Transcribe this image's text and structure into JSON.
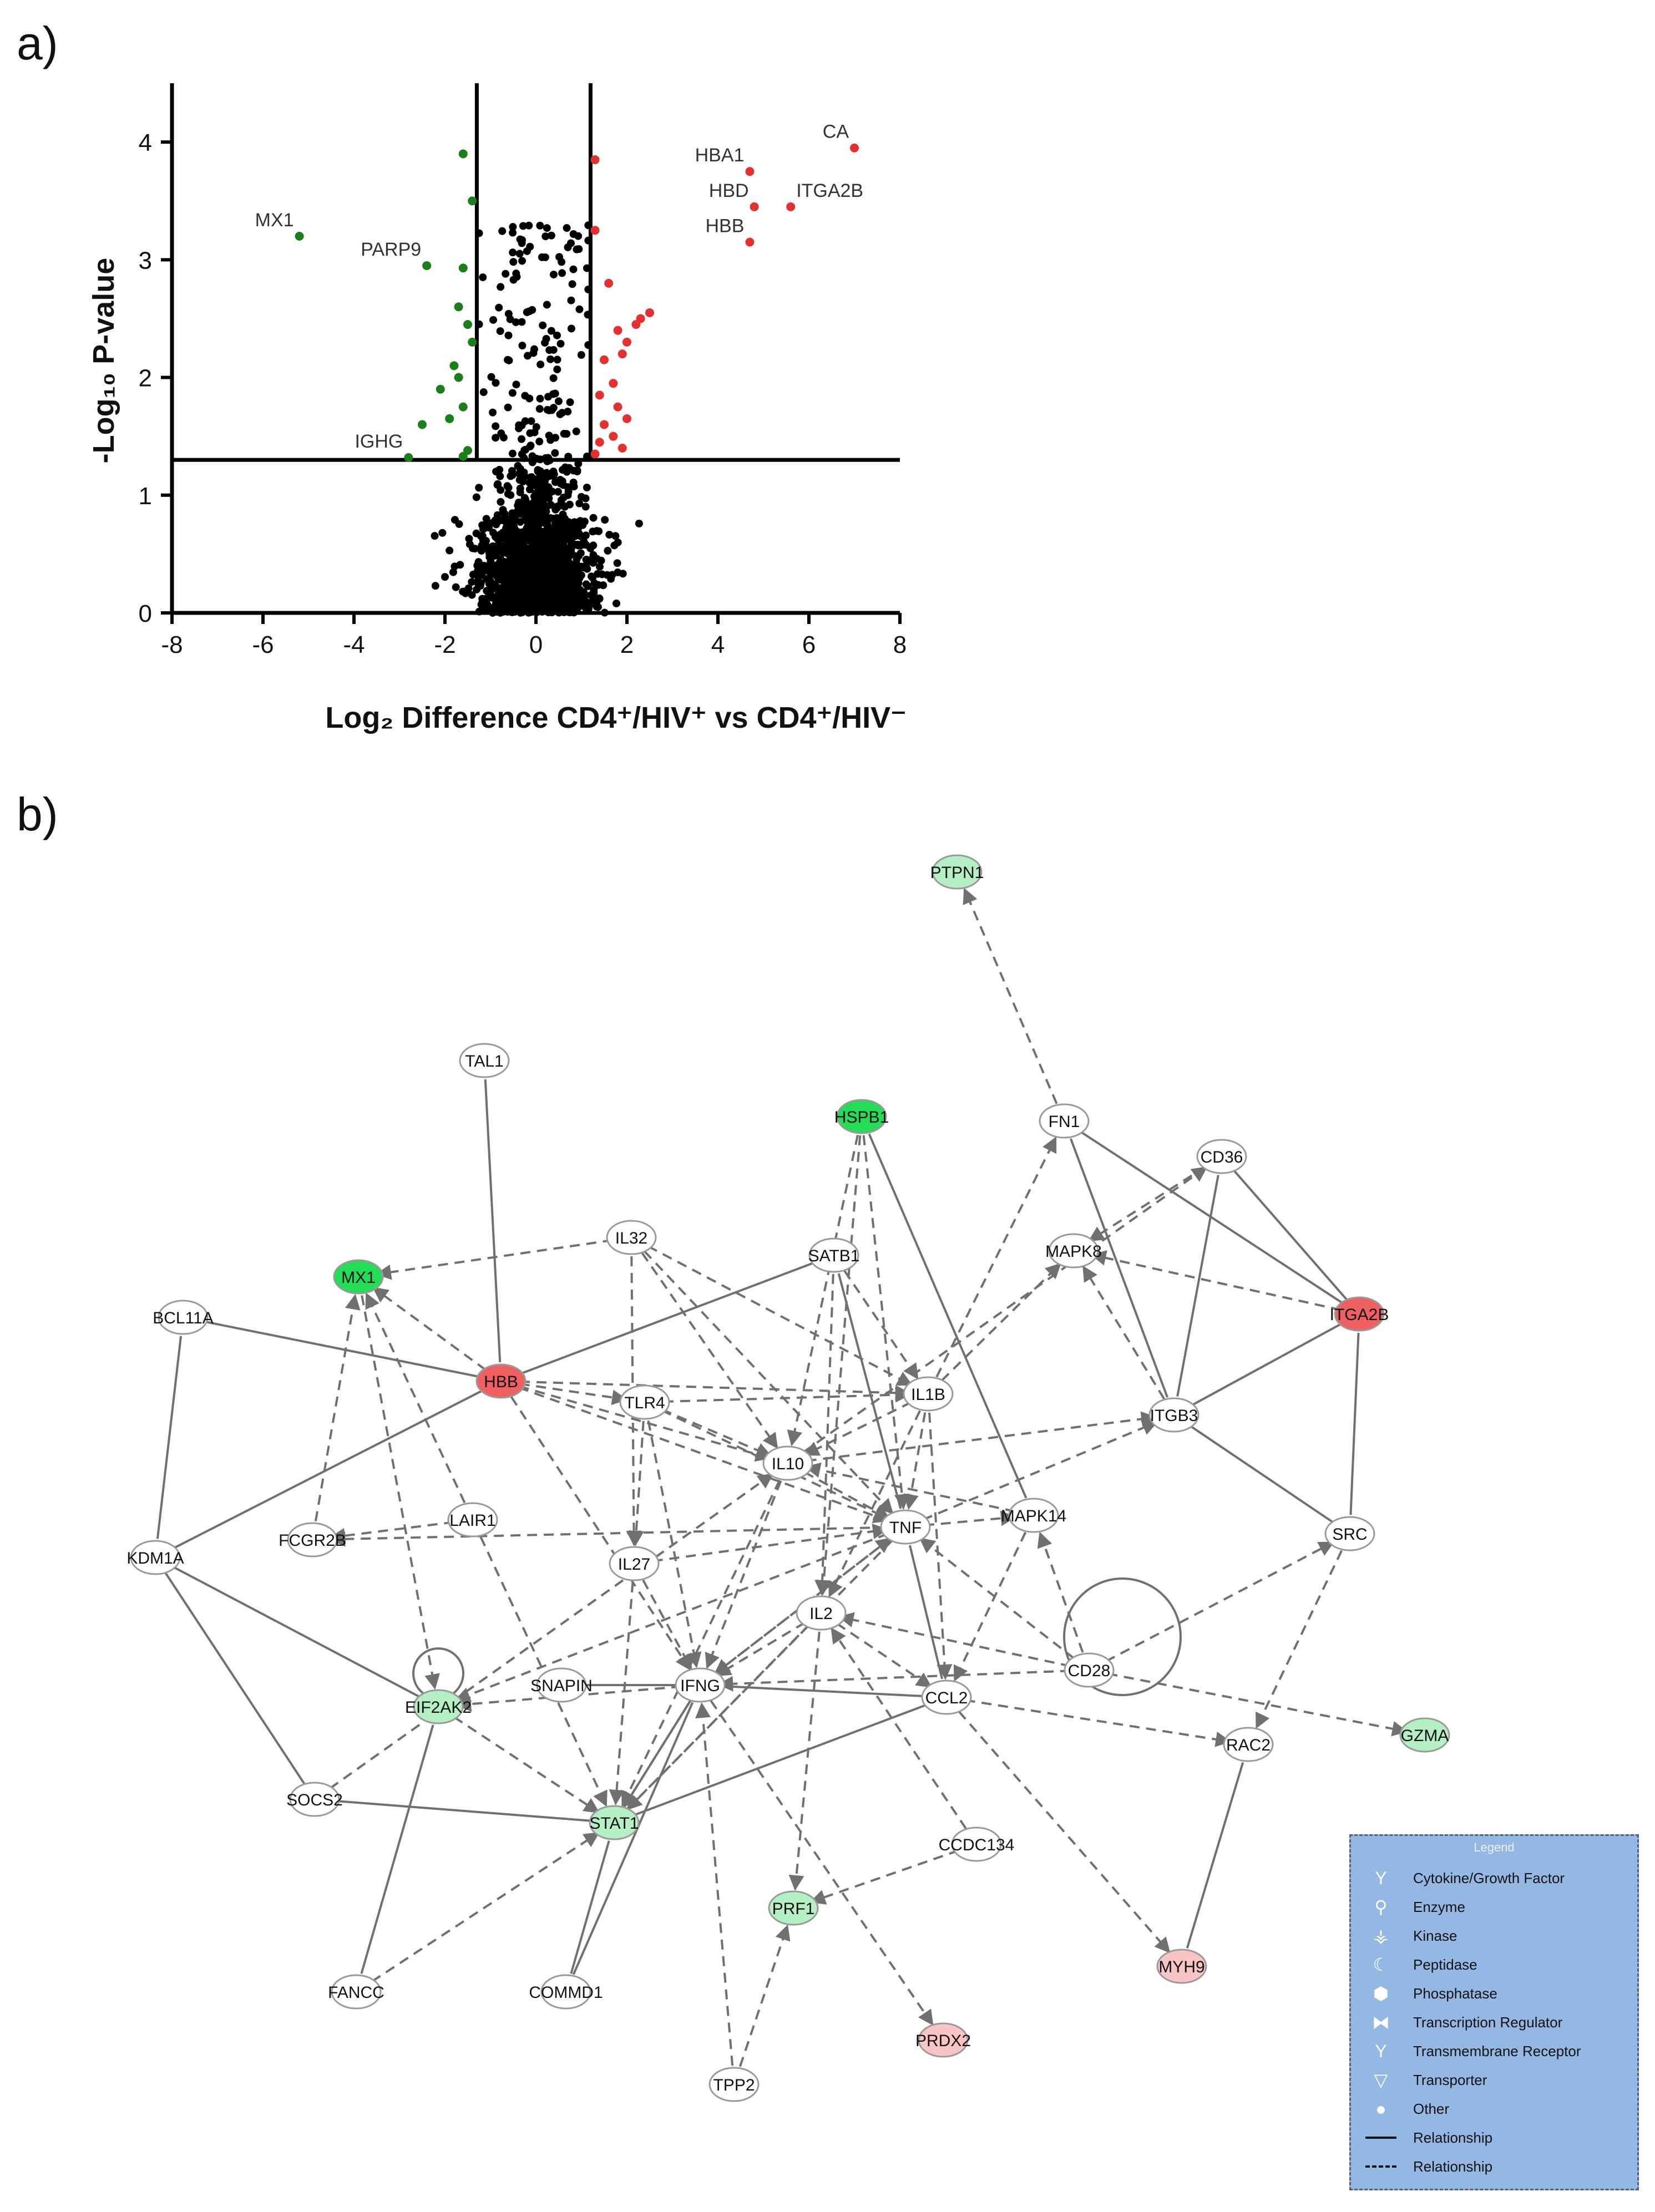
{
  "panels": {
    "a": "a)",
    "b": "b)"
  },
  "chart_data": [
    {
      "type": "scatter",
      "title": "",
      "xlabel": "Log₂ Difference CD4⁺/HIV⁺ vs CD4⁺/HIV⁻",
      "ylabel": "-Log₁₀ P-value",
      "xlim": [
        -8,
        8
      ],
      "ylim": [
        0,
        4.5
      ],
      "xticks": [
        -8,
        -6,
        -4,
        -2,
        0,
        2,
        4,
        6,
        8
      ],
      "yticks": [
        0,
        1,
        2,
        3,
        4
      ],
      "grid": false,
      "thresholds": {
        "x": [
          -1.3,
          1.2
        ],
        "y": 1.3
      },
      "colors": {
        "down": "#1a7f1a",
        "up": "#e53030",
        "ns": "#000000"
      },
      "series": [
        {
          "group": "down",
          "points": [
            [
              -5.2,
              3.2
            ],
            [
              -2.4,
              2.95
            ],
            [
              -2.5,
              1.6
            ],
            [
              -2.8,
              1.32
            ],
            [
              -1.6,
              3.9
            ],
            [
              -1.6,
              2.93
            ],
            [
              -1.4,
              3.5
            ],
            [
              -1.5,
              2.45
            ],
            [
              -1.8,
              2.1
            ],
            [
              -1.7,
              2.0
            ],
            [
              -1.6,
              1.75
            ],
            [
              -1.9,
              1.65
            ],
            [
              -2.1,
              1.9
            ],
            [
              -1.5,
              1.38
            ],
            [
              -1.6,
              1.33
            ],
            [
              -1.4,
              2.3
            ],
            [
              -1.7,
              2.6
            ]
          ]
        },
        {
          "group": "up",
          "points": [
            [
              7.0,
              3.95
            ],
            [
              4.7,
              3.75
            ],
            [
              4.8,
              3.45
            ],
            [
              5.6,
              3.45
            ],
            [
              4.7,
              3.15
            ],
            [
              1.3,
              3.85
            ],
            [
              1.3,
              3.25
            ],
            [
              1.6,
              2.8
            ],
            [
              1.8,
              2.4
            ],
            [
              2.0,
              2.3
            ],
            [
              2.2,
              2.45
            ],
            [
              2.3,
              2.5
            ],
            [
              2.5,
              2.55
            ],
            [
              1.9,
              2.2
            ],
            [
              1.5,
              2.15
            ],
            [
              1.7,
              1.95
            ],
            [
              1.4,
              1.85
            ],
            [
              1.8,
              1.75
            ],
            [
              2.0,
              1.65
            ],
            [
              1.5,
              1.6
            ],
            [
              1.7,
              1.5
            ],
            [
              1.4,
              1.45
            ],
            [
              1.9,
              1.4
            ],
            [
              1.3,
              1.35
            ]
          ]
        }
      ],
      "annotations": [
        {
          "text": "MX1",
          "x": -5.2,
          "y": 3.2,
          "pos": "left"
        },
        {
          "text": "PARP9",
          "x": -2.4,
          "y": 2.95,
          "pos": "left"
        },
        {
          "text": "IGHG",
          "x": -2.8,
          "y": 1.32,
          "pos": "left"
        },
        {
          "text": "HBA1",
          "x": 4.7,
          "y": 3.75,
          "pos": "left"
        },
        {
          "text": "HBD",
          "x": 4.8,
          "y": 3.45,
          "pos": "left"
        },
        {
          "text": "ITGA2B",
          "x": 5.6,
          "y": 3.45,
          "pos": "right"
        },
        {
          "text": "HBB",
          "x": 4.7,
          "y": 3.15,
          "pos": "left"
        },
        {
          "text": "CA",
          "x": 7.0,
          "y": 3.95,
          "pos": "left"
        }
      ]
    }
  ],
  "network": {
    "colors": {
      "red": "#f06060",
      "light_red": "#f8c4c4",
      "green": "#22dd55",
      "light_green": "#b5efc4",
      "white": "#ffffff",
      "edge": "#707070"
    },
    "nodes": {
      "PTPN1": {
        "label": "PTPN1",
        "color": "light_green"
      },
      "TAL1": {
        "label": "TAL1",
        "color": "white"
      },
      "FN1": {
        "label": "FN1",
        "color": "white"
      },
      "HSPB1": {
        "label": "HSPB1",
        "color": "green"
      },
      "CD36": {
        "label": "CD36",
        "color": "white"
      },
      "IL32": {
        "label": "IL32",
        "color": "white"
      },
      "SATB1": {
        "label": "SATB1",
        "color": "white"
      },
      "MAPK8": {
        "label": "MAPK8",
        "color": "white"
      },
      "MX1": {
        "label": "MX1",
        "color": "green"
      },
      "BCL11A": {
        "label": "BCL11A",
        "color": "white"
      },
      "ITGA2B": {
        "label": "ITGA2B",
        "color": "red"
      },
      "HBB": {
        "label": "HBB",
        "color": "red"
      },
      "TLR4": {
        "label": "TLR4",
        "color": "white"
      },
      "IL1B": {
        "label": "IL1B",
        "color": "white"
      },
      "ITGB3": {
        "label": "ITGB3",
        "color": "white"
      },
      "IL10": {
        "label": "IL10",
        "color": "white"
      },
      "KDM1A": {
        "label": "KDM1A",
        "color": "white"
      },
      "FCGR2B": {
        "label": "FCGR2B",
        "color": "white"
      },
      "LAIR1": {
        "label": "LAIR1",
        "color": "white"
      },
      "TNF": {
        "label": "TNF",
        "color": "white"
      },
      "MAPK14": {
        "label": "MAPK14",
        "color": "white"
      },
      "SRC": {
        "label": "SRC",
        "color": "white"
      },
      "IL27": {
        "label": "IL27",
        "color": "white"
      },
      "IL2": {
        "label": "IL2",
        "color": "white"
      },
      "CD28": {
        "label": "CD28",
        "color": "white"
      },
      "EIF2AK2": {
        "label": "EIF2AK2",
        "color": "light_green"
      },
      "SNAPIN": {
        "label": "SNAPIN",
        "color": "white"
      },
      "IFNG": {
        "label": "IFNG",
        "color": "white"
      },
      "CCL2": {
        "label": "CCL2",
        "color": "white"
      },
      "GZMA": {
        "label": "GZMA",
        "color": "light_green"
      },
      "RAC2": {
        "label": "RAC2",
        "color": "white"
      },
      "SOCS2": {
        "label": "SOCS2",
        "color": "white"
      },
      "STAT1": {
        "label": "STAT1",
        "color": "light_green"
      },
      "CCDC134": {
        "label": "CCDC134",
        "color": "white"
      },
      "PRF1": {
        "label": "PRF1",
        "color": "light_green"
      },
      "MYH9": {
        "label": "MYH9",
        "color": "light_red"
      },
      "FANCC": {
        "label": "FANCC",
        "color": "white"
      },
      "COMMD1": {
        "label": "COMMD1",
        "color": "white"
      },
      "PRDX2": {
        "label": "PRDX2",
        "color": "light_red"
      },
      "TPP2": {
        "label": "TPP2",
        "color": "white"
      }
    },
    "edges": [
      [
        "FN1",
        "PTPN1",
        "dashed"
      ],
      [
        "TAL1",
        "HBB",
        "solid"
      ],
      [
        "FN1",
        "ITGA2B",
        "solid"
      ],
      [
        "FN1",
        "ITGB3",
        "solid"
      ],
      [
        "CD36",
        "ITGA2B",
        "solid"
      ],
      [
        "CD36",
        "ITGB3",
        "solid"
      ],
      [
        "ITGA2B",
        "SRC",
        "solid"
      ],
      [
        "ITGA2B",
        "ITGB3",
        "solid"
      ],
      [
        "ITGA2B",
        "MAPK8",
        "dashed"
      ],
      [
        "ITGB3",
        "SRC",
        "solid"
      ],
      [
        "ITGB3",
        "MAPK8",
        "dashed"
      ],
      [
        "CD36",
        "MAPK8",
        "dashed"
      ],
      [
        "HSPB1",
        "MAPK14",
        "solid"
      ],
      [
        "HSPB1",
        "IL10",
        "dashed"
      ],
      [
        "HSPB1",
        "TNF",
        "dashed"
      ],
      [
        "HSPB1",
        "IL2",
        "dashed"
      ],
      [
        "SATB1",
        "HBB",
        "solid"
      ],
      [
        "SATB1",
        "IL1B",
        "dashed"
      ],
      [
        "SATB1",
        "TNF",
        "solid"
      ],
      [
        "SATB1",
        "IL2",
        "dashed"
      ],
      [
        "IL32",
        "MX1",
        "dashed"
      ],
      [
        "IL32",
        "IL1B",
        "dashed"
      ],
      [
        "IL32",
        "TNF",
        "dashed"
      ],
      [
        "IL32",
        "IL10",
        "dashed"
      ],
      [
        "IL32",
        "IL27",
        "dashed"
      ],
      [
        "BCL11A",
        "HBB",
        "solid"
      ],
      [
        "BCL11A",
        "KDM1A",
        "solid"
      ],
      [
        "KDM1A",
        "HBB",
        "solid"
      ],
      [
        "KDM1A",
        "EIF2AK2",
        "solid"
      ],
      [
        "KDM1A",
        "SOCS2",
        "solid"
      ],
      [
        "HBB",
        "TLR4",
        "dashed"
      ],
      [
        "HBB",
        "IL1B",
        "dashed"
      ],
      [
        "HBB",
        "IL10",
        "dashed"
      ],
      [
        "HBB",
        "TNF",
        "dashed"
      ],
      [
        "HBB",
        "IFNG",
        "dashed"
      ],
      [
        "HBB",
        "MX1",
        "dashed"
      ],
      [
        "TLR4",
        "IL1B",
        "dashed"
      ],
      [
        "TLR4",
        "IL10",
        "dashed"
      ],
      [
        "TLR4",
        "TNF",
        "dashed"
      ],
      [
        "TLR4",
        "IFNG",
        "dashed"
      ],
      [
        "TLR4",
        "IL27",
        "dashed"
      ],
      [
        "IL1B",
        "MAPK8",
        "dashed"
      ],
      [
        "IL1B",
        "IL10",
        "dashed"
      ],
      [
        "IL1B",
        "FN1",
        "dashed"
      ],
      [
        "IL1B",
        "TNF",
        "dashed"
      ],
      [
        "IL1B",
        "CCL2",
        "dashed"
      ],
      [
        "IL1B",
        "IL2",
        "dashed"
      ],
      [
        "IL10",
        "TNF",
        "dashed"
      ],
      [
        "IL10",
        "IFNG",
        "dashed"
      ],
      [
        "IL10",
        "STAT1",
        "dashed"
      ],
      [
        "IL10",
        "ITGB3",
        "dashed"
      ],
      [
        "IL10",
        "CD36",
        "dashed"
      ],
      [
        "TNF",
        "MAPK14",
        "dashed"
      ],
      [
        "TNF",
        "IFNG",
        "dashed"
      ],
      [
        "TNF",
        "CCL2",
        "solid"
      ],
      [
        "TNF",
        "FCGR2B",
        "dashed"
      ],
      [
        "TNF",
        "EIF2AK2",
        "dashed"
      ],
      [
        "TNF",
        "STAT1",
        "dashed"
      ],
      [
        "TNF",
        "ITGB3",
        "dashed"
      ],
      [
        "MAPK14",
        "IL10",
        "dashed"
      ],
      [
        "MAPK14",
        "CCL2",
        "dashed"
      ],
      [
        "CD28",
        "TNF",
        "dashed"
      ],
      [
        "CD28",
        "IL2",
        "dashed"
      ],
      [
        "CD28",
        "MAPK14",
        "dashed"
      ],
      [
        "CD28",
        "IFNG",
        "dashed"
      ],
      [
        "CD28",
        "SRC",
        "dashed"
      ],
      [
        "CD28",
        "GZMA",
        "dashed"
      ],
      [
        "SRC",
        "RAC2",
        "dashed"
      ],
      [
        "RAC2",
        "MYH9",
        "solid"
      ],
      [
        "IL27",
        "IFNG",
        "dashed"
      ],
      [
        "IL27",
        "STAT1",
        "dashed"
      ],
      [
        "IL27",
        "TNF",
        "dashed"
      ],
      [
        "IL2",
        "IFNG",
        "dashed"
      ],
      [
        "IL2",
        "STAT1",
        "dashed"
      ],
      [
        "IL2",
        "PRF1",
        "dashed"
      ],
      [
        "IL2",
        "CCL2",
        "dashed"
      ],
      [
        "IFNG",
        "STAT1",
        "dashed"
      ],
      [
        "IFNG",
        "CCL2",
        "solid"
      ],
      [
        "IFNG",
        "PRDX2",
        "dashed"
      ],
      [
        "IFNG",
        "EIF2AK2",
        "dashed"
      ],
      [
        "IFNG",
        "TNF",
        "dashed"
      ],
      [
        "STAT1",
        "CCL2",
        "solid"
      ],
      [
        "STAT1",
        "IFNG",
        "solid"
      ],
      [
        "CCL2",
        "MYH9",
        "dashed"
      ],
      [
        "CCL2",
        "RAC2",
        "dashed"
      ],
      [
        "FCGR2B",
        "MX1",
        "dashed"
      ],
      [
        "LAIR1",
        "FCGR2B",
        "dashed"
      ],
      [
        "LAIR1",
        "STAT1",
        "dashed"
      ],
      [
        "LAIR1",
        "MX1",
        "dashed"
      ],
      [
        "EIF2AK2",
        "STAT1",
        "dashed"
      ],
      [
        "SOCS2",
        "STAT1",
        "solid"
      ],
      [
        "SOCS2",
        "IL10",
        "dashed"
      ],
      [
        "SNAPIN",
        "IFNG",
        "solid"
      ],
      [
        "FANCC",
        "EIF2AK2",
        "solid"
      ],
      [
        "FANCC",
        "STAT1",
        "dashed"
      ],
      [
        "COMMD1",
        "STAT1",
        "solid"
      ],
      [
        "COMMD1",
        "IFNG",
        "solid"
      ],
      [
        "TPP2",
        "PRF1",
        "dashed"
      ],
      [
        "TPP2",
        "IFNG",
        "dashed"
      ],
      [
        "CCDC134",
        "PRF1",
        "dashed"
      ],
      [
        "CCDC134",
        "IL2",
        "dashed"
      ],
      [
        "MX1",
        "EIF2AK2",
        "dashed"
      ]
    ]
  },
  "legend": {
    "title": "Legend",
    "items": [
      {
        "icon": "cytokine-icon",
        "glyph": "Y",
        "label": "Cytokine/Growth Factor"
      },
      {
        "icon": "enzyme-icon",
        "glyph": "⚲",
        "label": "Enzyme"
      },
      {
        "icon": "kinase-icon",
        "glyph": "⚶",
        "label": "Kinase"
      },
      {
        "icon": "peptidase-icon",
        "glyph": "☾",
        "label": "Peptidase"
      },
      {
        "icon": "phosphatase-icon",
        "glyph": "⬢",
        "label": "Phosphatase"
      },
      {
        "icon": "transcription-regulator-icon",
        "glyph": "⧓",
        "label": "Transcription Regulator"
      },
      {
        "icon": "transmembrane-receptor-icon",
        "glyph": "Y",
        "label": "Transmembrane Receptor"
      },
      {
        "icon": "transporter-icon",
        "glyph": "▽",
        "label": "Transporter"
      },
      {
        "icon": "other-icon",
        "glyph": "●",
        "label": "Other"
      },
      {
        "icon": "solid-line-icon",
        "glyph": "",
        "label": "Relationship"
      },
      {
        "icon": "dashed-line-icon",
        "glyph": "",
        "label": "Relationship"
      }
    ]
  }
}
